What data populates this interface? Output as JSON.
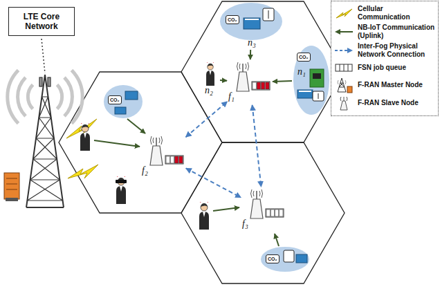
{
  "diagram": {
    "nodes": [
      {
        "text": [
          "LTE Core Network"
        ]
      },
      {
        "text": [
          "CO₂",
          "n₃"
        ]
      },
      {
        "text": [
          "CO₂",
          "n₁"
        ]
      },
      {
        "text": [
          "n₂"
        ]
      },
      {
        "text": [
          "f₁"
        ]
      },
      {
        "text": [
          "f₂"
        ]
      },
      {
        "text": [
          "f₃"
        ]
      }
    ],
    "edges": [
      {
        "from": 1,
        "to": 4,
        "arrow": "to"
      },
      {
        "from": 2,
        "to": 4,
        "arrow": "to"
      },
      {
        "from": 3,
        "to": 4,
        "arrow": "to"
      },
      {
        "from": 5,
        "to": 4,
        "arrow": "both"
      },
      {
        "from": 5,
        "to": 6,
        "arrow": "both"
      },
      {
        "from": 4,
        "to": 6,
        "arrow": "both"
      }
    ],
    "labels": [
      "CO₂",
      "CO₂"
    ],
    "legend": [
      {
        "text": "Cellular Communication"
      },
      {
        "text": "NB-IoT Communication (Uplink)"
      },
      {
        "text": "Inter-Fog Physical Network Connection"
      },
      {
        "text": "FSN job queue"
      },
      {
        "text": "F-RAN Master Node"
      },
      {
        "text": "F-RAN Slave Node"
      }
    ]
  }
}
